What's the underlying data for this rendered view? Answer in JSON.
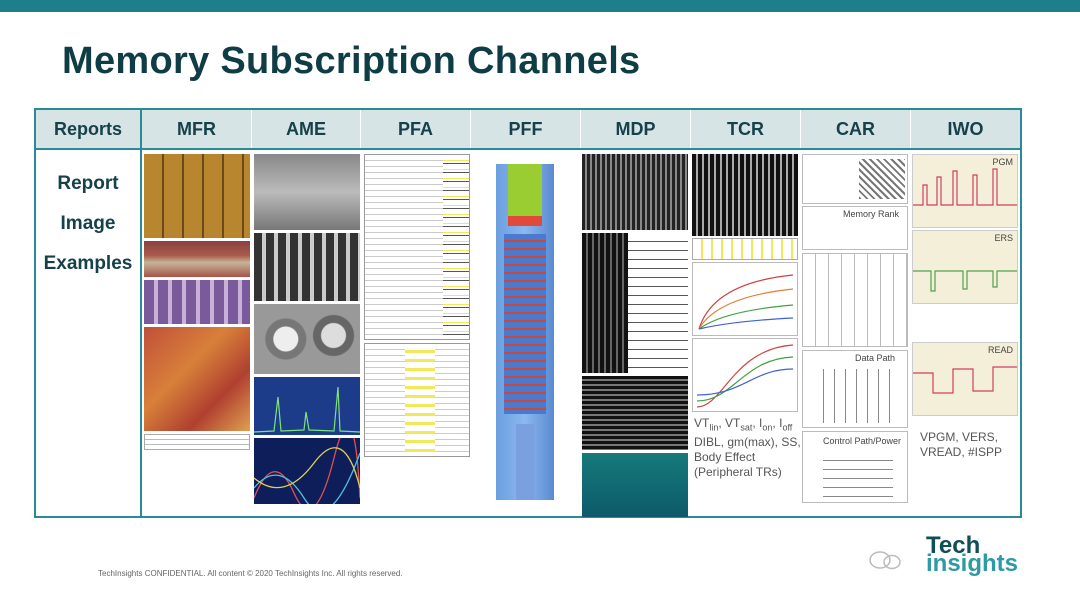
{
  "title": "Memory Subscription Channels",
  "table": {
    "corner": "Reports",
    "columns": [
      "MFR",
      "AME",
      "PFA",
      "PFF",
      "MDP",
      "TCR",
      "CAR",
      "IWO"
    ],
    "row_label": [
      "Report",
      "Image",
      "Examples"
    ]
  },
  "captions": {
    "tcr_line1": "VT",
    "tcr_sub1": "lin",
    "tcr_sep1": ", VT",
    "tcr_sub2": "sat",
    "tcr_sep2": ", I",
    "tcr_sub3": "on",
    "tcr_sep3": ", I",
    "tcr_sub4": "off",
    "tcr_line2": "DIBL, gm(max), SS,",
    "tcr_line3": "Body Effect",
    "tcr_line4": "(Peripheral TRs)",
    "iwo_line1": "VPGM, VERS,",
    "iwo_line2": "VREAD, #ISPP"
  },
  "image_labels": {
    "iwo_pgm": "PGM",
    "iwo_ers": "ERS",
    "iwo_read": "READ",
    "car_memory": "Memory Rank",
    "car_data": "Data Path",
    "car_control": "Control Path/Power"
  },
  "footer": "TechInsights CONFIDENTIAL. All content © 2020 TechInsights Inc. All rights reserved.",
  "logo": {
    "line1": "Tech",
    "line2": "insights"
  },
  "colors": {
    "accent": "#1e7f8c",
    "header_bg": "#d6e4e6",
    "title": "#0f3d45"
  }
}
